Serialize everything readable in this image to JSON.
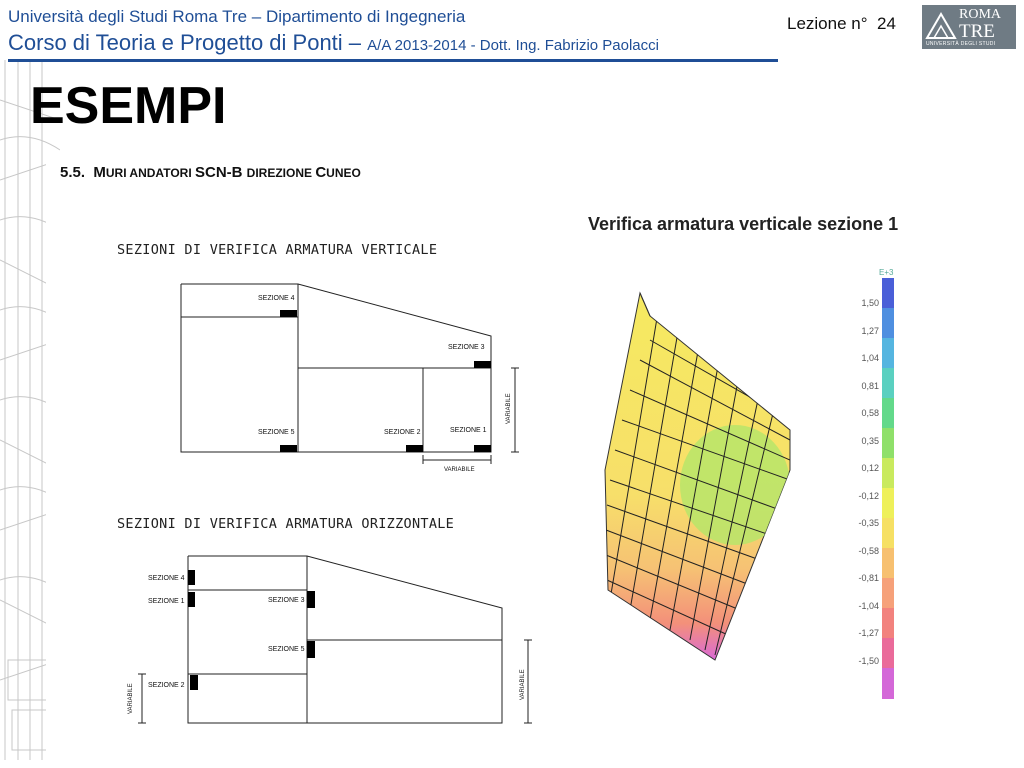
{
  "header": {
    "line1": "Università degli Studi Roma Tre – Dipartimento di Ingegneria",
    "line2_main": "Corso di Teoria e Progetto di Ponti –",
    "line2_small": "A/A 2013-2014 - Dott. Ing. Fabrizio Paolacci",
    "lesson_label": "Lezione n°",
    "lesson_number": "24"
  },
  "logo": {
    "word1": "ROMA",
    "word2": "TRE",
    "subtitle": "UNIVERSITÀ DEGLI STUDI"
  },
  "slide_title": "ESEMPI",
  "section": {
    "number": "5.5.",
    "title_part1": "M",
    "title_part2": "URI ANDATORI ",
    "title_part3": "SCN-B ",
    "title_part4": "DIREZIONE ",
    "title_part5": "C",
    "title_part6": "UNEO"
  },
  "verifica_title": "Verifica armatura verticale sezione 1",
  "drawing_vertical": {
    "caption": "SEZIONI DI VERIFICA ARMATURA VERTICALE",
    "labels": [
      "SEZIONE 4",
      "SEZIONE 3",
      "SEZIONE 5",
      "SEZIONE 2",
      "SEZIONE 1"
    ],
    "dim_side": "VARIABILE",
    "dim_bottom": "VARIABILE"
  },
  "drawing_horizontal": {
    "caption": "SEZIONI DI VERIFICA ARMATURA ORIZZONTALE",
    "labels_left": [
      "SEZIONE 4",
      "SEZIONE 1",
      "SEZIONE 2"
    ],
    "labels_mid": [
      "SEZIONE 3",
      "SEZIONE 5"
    ],
    "dim_left": "VARIABILE",
    "dim_right": "VARIABILE"
  },
  "legend": {
    "unit": "E+3",
    "values": [
      "1,50",
      "1,27",
      "1,04",
      "0,81",
      "0,58",
      "0,35",
      "0,12",
      "-0,12",
      "-0,35",
      "-0,58",
      "-0,81",
      "-1,04",
      "-1,27",
      "-1,50"
    ],
    "colors": [
      "#4a5fd8",
      "#4f8fe0",
      "#55b5e0",
      "#5ad0c0",
      "#63d98a",
      "#8fe06a",
      "#c9ea5e",
      "#eef05a",
      "#f6e064",
      "#f7c070",
      "#f6a17a",
      "#f2827e",
      "#ea6b9a",
      "#d468d8"
    ]
  }
}
